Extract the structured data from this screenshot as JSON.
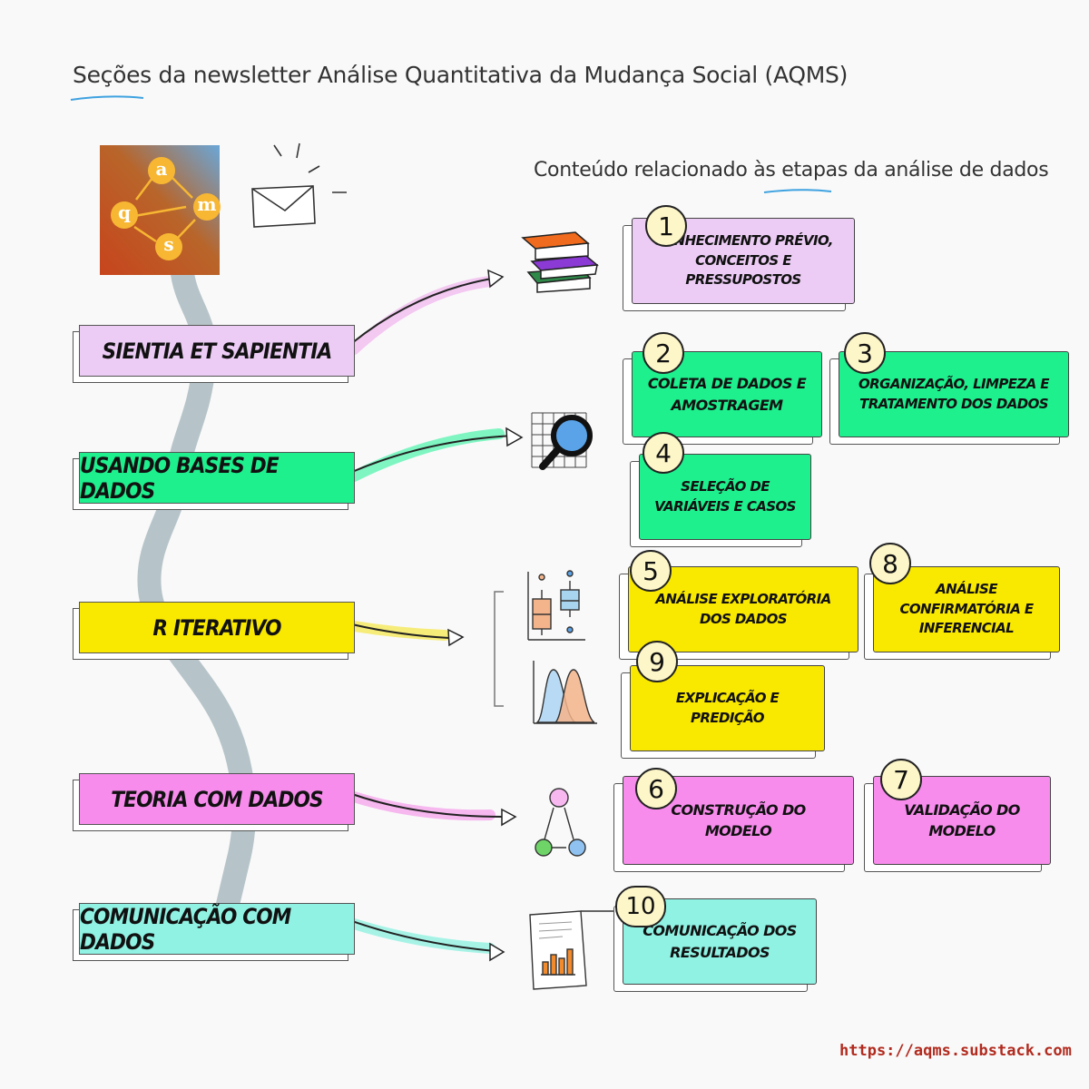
{
  "title": "Seções da newsletter Análise Quantitativa da Mudança Social (AQMS)",
  "subtitle": "Conteúdo relacionado às etapas da análise de dados",
  "logo": {
    "letters": [
      "a",
      "q",
      "m",
      "s"
    ]
  },
  "sections": [
    {
      "label": "Sientia et Sapientia",
      "color": "#ecccf5"
    },
    {
      "label": "Usando bases de dados",
      "color": "#1ef08e"
    },
    {
      "label": "R iterativo",
      "color": "#f9e800"
    },
    {
      "label": "Teoria com dados",
      "color": "#f78cec"
    },
    {
      "label": "Comunicação com dados",
      "color": "#8ff2e3"
    }
  ],
  "steps": [
    {
      "number": "1",
      "label": "Conhecimento prévio, conceitos e pressupostos",
      "color": "#ecccf5"
    },
    {
      "number": "2",
      "label": "Coleta de dados e amostragem",
      "color": "#1ef08e"
    },
    {
      "number": "3",
      "label": "Organização, limpeza e tratamento dos dados",
      "color": "#1ef08e"
    },
    {
      "number": "4",
      "label": "Seleção de variáveis e casos",
      "color": "#1ef08e"
    },
    {
      "number": "5",
      "label": "Análise exploratória dos dados",
      "color": "#f9e800"
    },
    {
      "number": "8",
      "label": "Análise confirmatória e inferencial",
      "color": "#f9e800"
    },
    {
      "number": "9",
      "label": "Explicação e predição",
      "color": "#f9e800"
    },
    {
      "number": "6",
      "label": "Construção do modelo",
      "color": "#f78cec"
    },
    {
      "number": "7",
      "label": "Validação do modelo",
      "color": "#f78cec"
    },
    {
      "number": "10",
      "label": "Comunicação dos resultados",
      "color": "#8ff2e3"
    }
  ],
  "icons": [
    "envelope-icon",
    "books-icon",
    "magnifier-grid-icon",
    "boxplot-icon",
    "density-icon",
    "dag-icon",
    "report-chart-icon"
  ],
  "footer": {
    "url": "https://aqms.substack.com"
  }
}
